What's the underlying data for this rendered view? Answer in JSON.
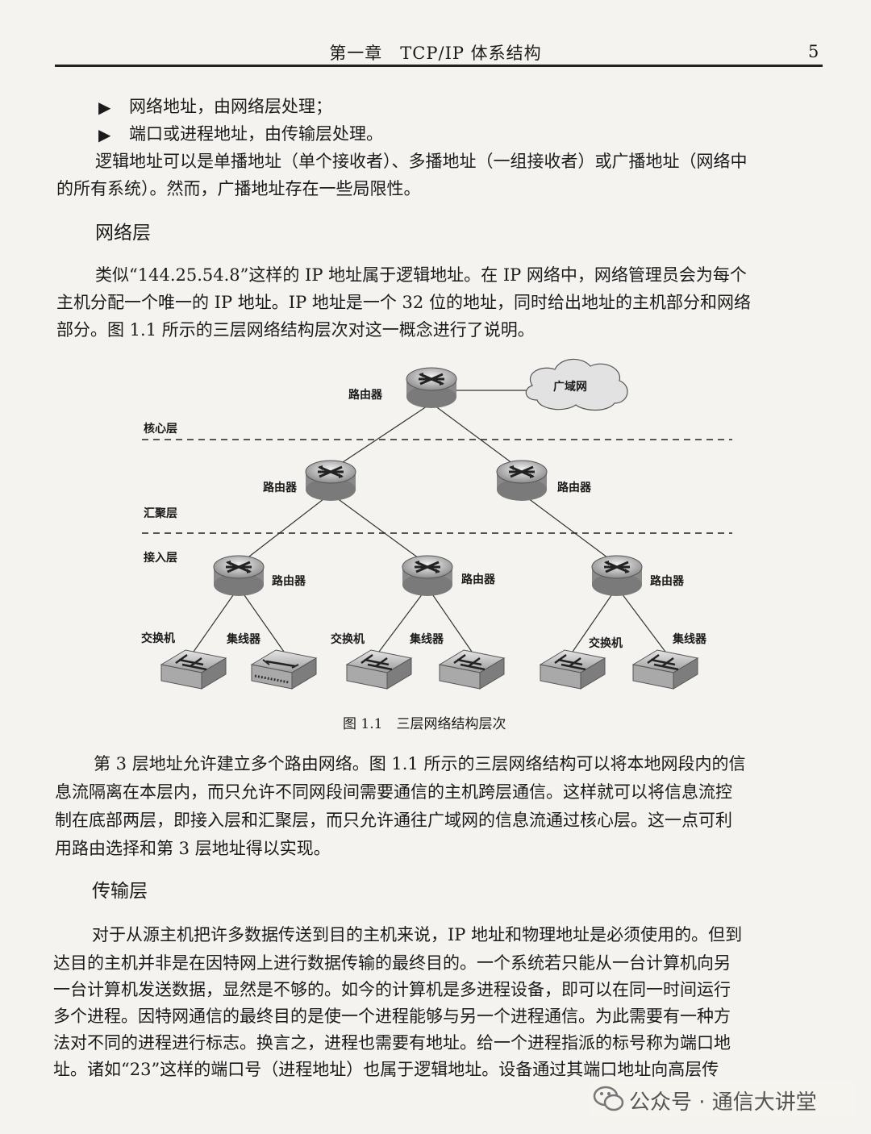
{
  "header": {
    "title": "第一章　TCP/IP 体系结构",
    "page_number": "5"
  },
  "bullets": [
    "网络地址，由网络层处理；",
    "端口或进程地址，由传输层处理。"
  ],
  "para_logical": [
    "逻辑地址可以是单播地址（单个接收者）、多播地址（一组接收者）或广播地址（网络中",
    "的所有系统）。然而，广播地址存在一些局限性。"
  ],
  "section_network": {
    "title": "网络层"
  },
  "para_network": [
    "类似“144.25.54.8”这样的 IP 地址属于逻辑地址。在 IP 网络中，网络管理员会为每个",
    "主机分配一个唯一的 IP 地址。IP 地址是一个 32 位的地址，同时给出地址的主机部分和网络",
    "部分。图 1.1 所示的三层网络结构层次对这一概念进行了说明。"
  ],
  "figure": {
    "layer_core": "核心层",
    "layer_aggregation": "汇聚层",
    "layer_access": "接入层",
    "router": "路由器",
    "wan": "广域网",
    "switch": "交换机",
    "hub": "集线器",
    "caption": "图 1.1　三层网络结构层次"
  },
  "para_layer3": [
    "第 3 层地址允许建立多个路由网络。图 1.1 所示的三层网络结构可以将本地网段内的信",
    "息流隔离在本层内，而只允许不同网段间需要通信的主机跨层通信。这样就可以将信息流控",
    "制在底部两层，即接入层和汇聚层，而只允许通往广域网的信息流通过核心层。这一点可利",
    "用路由选择和第 3 层地址得以实现。"
  ],
  "section_transport": {
    "title": "传输层"
  },
  "para_transport": [
    "对于从源主机把许多数据传送到目的主机来说，IP 地址和物理地址是必须使用的。但到",
    "达目的主机并非是在因特网上进行数据传输的最终目的。一个系统若只能从一台计算机向另",
    "一台计算机发送数据，显然是不够的。如今的计算机是多进程设备，即可以在同一时间运行",
    "多个进程。因特网通信的最终目的是使一个进程能够与另一个进程通信。为此需要有一种方",
    "法对不同的进程进行标志。换言之，进程也需要有地址。给一个进程指派的标号称为端口地",
    "址。诸如“23”这样的端口号（进程地址）也属于逻辑地址。设备通过其端口地址向高层传"
  ],
  "watermark": {
    "text": "公众号 · 通信大讲堂",
    "icon": "wechat-icon"
  }
}
